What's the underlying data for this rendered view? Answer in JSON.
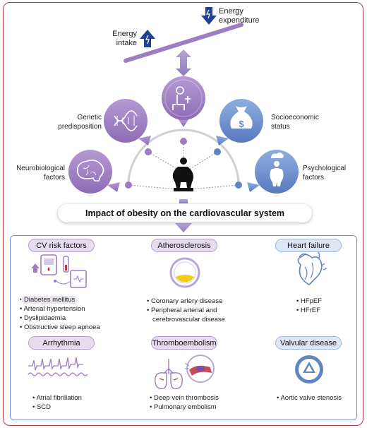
{
  "energy": {
    "intake": "Energy\nintake",
    "expenditure": "Energy\nexpenditure"
  },
  "factors": {
    "genetic": "Genetic\npredisposition",
    "socioeconomic": "Socioeconomic\nstatus",
    "neurobiological": "Neurobiological\nfactors",
    "psychological": "Psychological\nfactors"
  },
  "impact_title": "Impact of obesity on the cardiovascular system",
  "sections": {
    "cv_risk": {
      "title": "CV risk factors",
      "items": [
        "Diabetes mellitus",
        "Arterial hypertension",
        "Dyslipidaemia",
        "Obstructive sleep apnoea"
      ]
    },
    "atherosclerosis": {
      "title": "Atherosclerosis",
      "items": [
        "Coronary artery disease",
        "Peripheral arterial and cerebrovascular disease"
      ]
    },
    "heart_failure": {
      "title": "Heart failure",
      "items": [
        "HFpEF",
        "HFrEF"
      ]
    },
    "arrhythmia": {
      "title": "Arrhythmia",
      "items": [
        "Atrial fibrillation",
        "SCD"
      ]
    },
    "thromboembolism": {
      "title": "Thromboembolism",
      "items": [
        "Deep vein thrombosis",
        "Pulmonary embolism"
      ]
    },
    "valvular": {
      "title": "Valvular disease",
      "items": [
        "Aortic valve stenosis"
      ]
    }
  },
  "colors": {
    "frame": "#b23a48",
    "purple": "#9d7cc0",
    "blue": "#5f86c4",
    "dark_blue": "#1f3f8f",
    "pill_purple": "#e6dcef",
    "pill_blue": "#dde6f4"
  },
  "icons": [
    "lightning-down-arrow-icon",
    "lightning-up-arrow-icon",
    "person-eating-icon",
    "dna-icon",
    "money-bag-icon",
    "brain-icon",
    "psychological-person-icon",
    "obese-person-icon",
    "glucose-meter-icon",
    "artery-cross-section-icon",
    "heart-icon",
    "ecg-waveform-icon",
    "lungs-thrombus-icon",
    "aortic-valve-icon"
  ]
}
